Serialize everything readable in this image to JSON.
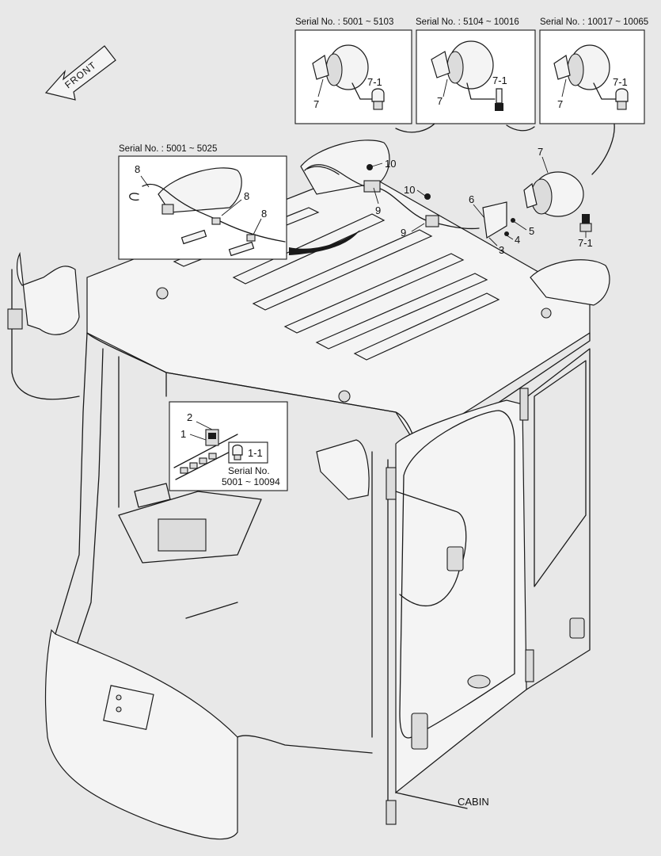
{
  "front_label": "FRONT",
  "cabin_label": "CABIN",
  "inset_beacons": [
    {
      "serial": "Serial No. : 5001 ~ 5103",
      "part_main": "7",
      "part_bulb": "7-1"
    },
    {
      "serial": "Serial No. : 5104 ~ 10016",
      "part_main": "7",
      "part_bulb": "7-1"
    },
    {
      "serial": "Serial No. : 10017 ~ 10065",
      "part_main": "7",
      "part_bulb": "7-1"
    }
  ],
  "inset_harness": {
    "serial": "Serial No. : 5001 ~ 5025",
    "labels": [
      "8",
      "8",
      "8"
    ]
  },
  "inset_switch": {
    "labels": [
      "2",
      "1"
    ],
    "bulb_label": "1-1",
    "serial_line1": "Serial No.",
    "serial_line2": "5001 ~ 10094"
  },
  "callouts": {
    "p10a": "10",
    "p10b": "10",
    "p9a": "9",
    "p9b": "9",
    "p6": "6",
    "p4": "4",
    "p5": "5",
    "p3": "3",
    "p7": "7",
    "p7_1": "7-1"
  }
}
